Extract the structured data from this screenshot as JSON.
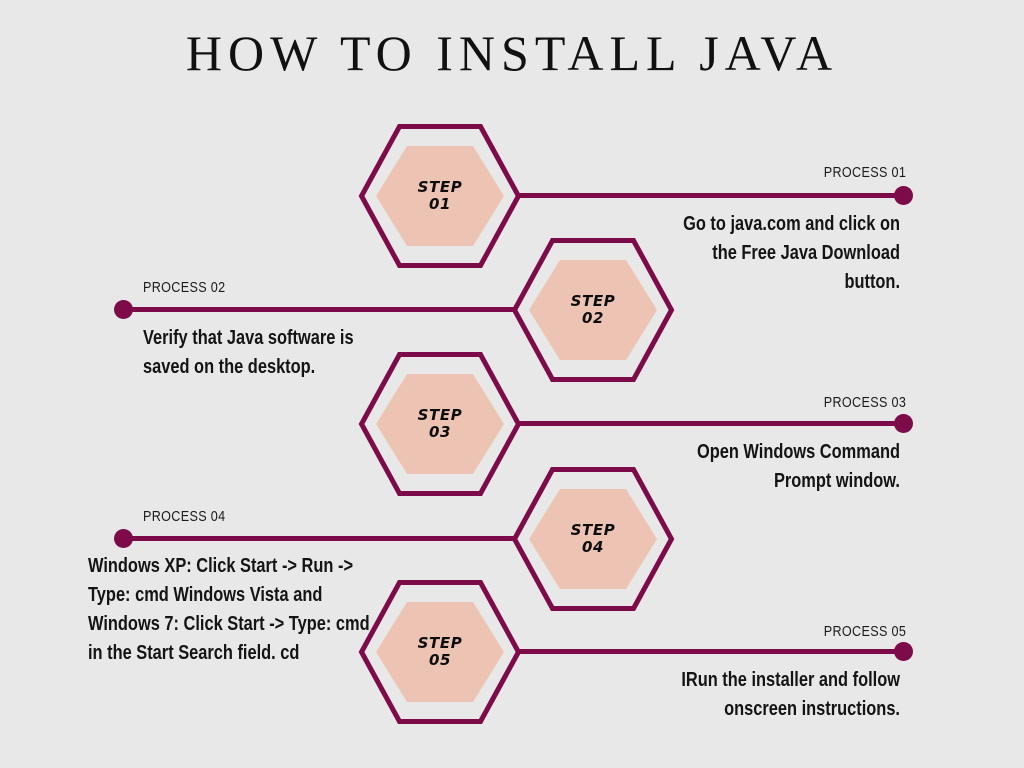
{
  "title": "HOW TO INSTALL JAVA",
  "colors": {
    "background": "#e8e8e8",
    "accent": "#7d0b4a",
    "hex_fill": "#edc3b4",
    "hex_inner_gap": "#e8e8e8",
    "text": "#141414"
  },
  "steps": [
    {
      "hex_label_word": "STEP",
      "hex_label_number": "01",
      "process_label": "PROCESS 01",
      "body": "Go to java.com and click on the Free Java Download button.",
      "side": "right"
    },
    {
      "hex_label_word": "STEP",
      "hex_label_number": "02",
      "process_label": "PROCESS 02",
      "body": "Verify that Java software is saved on the desktop.",
      "side": "left"
    },
    {
      "hex_label_word": "STEP",
      "hex_label_number": "03",
      "process_label": "PROCESS 03",
      "body": "Open Windows Command Prompt window.",
      "side": "right"
    },
    {
      "hex_label_word": "STEP",
      "hex_label_number": "04",
      "process_label": "PROCESS 04",
      "body": "Windows XP: Click Start -> Run -> Type: cmd Windows Vista and Windows 7: Click Start -> Type: cmd in the Start Search field. cd",
      "side": "left"
    },
    {
      "hex_label_word": "STEP",
      "hex_label_number": "05",
      "process_label": "PROCESS 05",
      "body": "IRun the installer and follow onscreen instructions.",
      "side": "right"
    }
  ]
}
